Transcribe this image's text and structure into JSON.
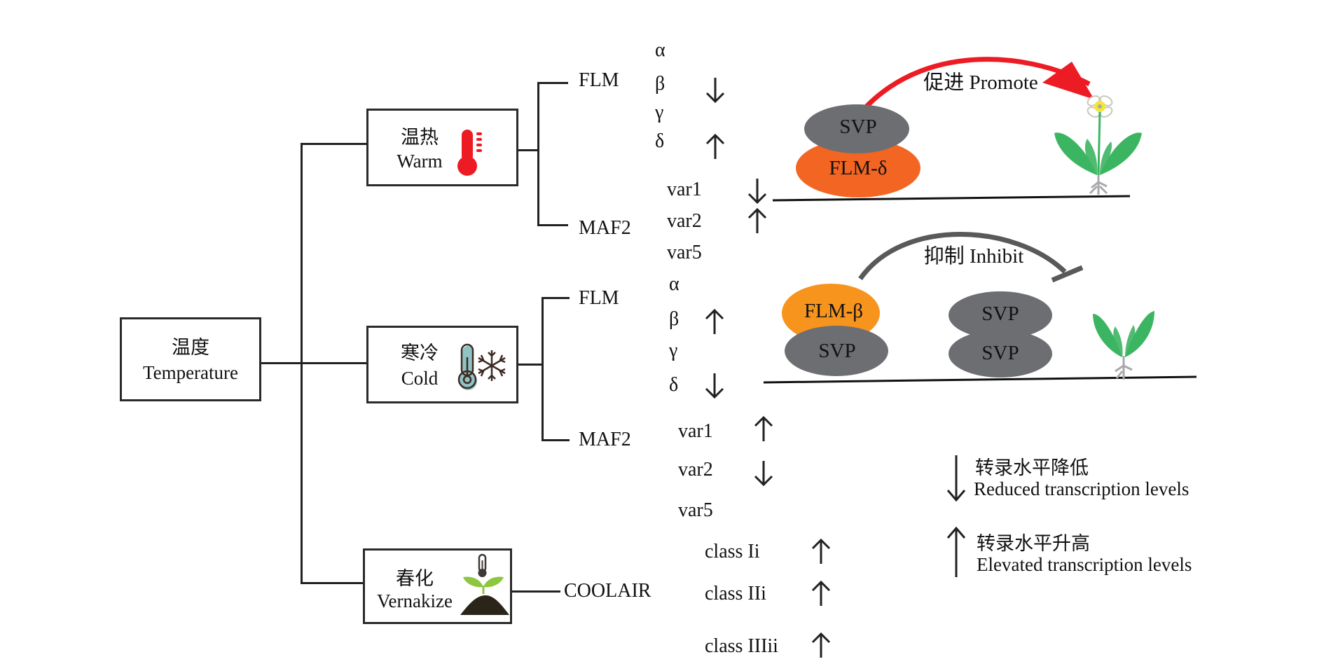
{
  "root": {
    "zh": "温度",
    "en": "Temperature"
  },
  "conditions": [
    {
      "id": "warm",
      "zh": "温热",
      "en": "Warm",
      "icon": "thermometer-hot-icon"
    },
    {
      "id": "cold",
      "zh": "寒冷",
      "en": "Cold",
      "icon": "thermometer-snowflake-icon"
    },
    {
      "id": "vernalize",
      "zh": "春化",
      "en": "Vernakize",
      "icon": "seedling-thermometer-icon"
    }
  ],
  "warm": {
    "genes": {
      "flm": "FLM",
      "maf2": "MAF2"
    },
    "flm_isoforms": [
      {
        "label": "α",
        "change": ""
      },
      {
        "label": "β",
        "change": "down"
      },
      {
        "label": "γ",
        "change": ""
      },
      {
        "label": "δ",
        "change": "up"
      }
    ],
    "maf2_variants": [
      {
        "label": "var1",
        "change": "down"
      },
      {
        "label": "var2",
        "change": "up"
      },
      {
        "label": "var5",
        "change": ""
      }
    ]
  },
  "cold": {
    "genes": {
      "flm": "FLM",
      "maf2": "MAF2"
    },
    "flm_isoforms": [
      {
        "label": "α",
        "change": ""
      },
      {
        "label": "β",
        "change": "up"
      },
      {
        "label": "γ",
        "change": ""
      },
      {
        "label": "δ",
        "change": "down"
      }
    ],
    "maf2_variants": [
      {
        "label": "var1",
        "change": "up"
      },
      {
        "label": "var2",
        "change": "down"
      },
      {
        "label": "var5",
        "change": ""
      }
    ]
  },
  "vernalize": {
    "gene": "COOLAIR",
    "classes": [
      {
        "label": "class Ii",
        "change": "up"
      },
      {
        "label": "class IIi",
        "change": "up"
      },
      {
        "label": "class IIIii",
        "change": "up"
      }
    ]
  },
  "model_warm": {
    "top_protein": "SVP",
    "bottom_protein": "FLM-δ",
    "action": "促进 Promote",
    "colors": {
      "svp": "#6d6e71",
      "flm_delta": "#f26522",
      "promote_arrow": "#ed1c24",
      "leaf": "#3cb563"
    }
  },
  "model_cold": {
    "complex1_top": "FLM-β",
    "complex1_bottom": "SVP",
    "complex2_top": "SVP",
    "complex2_bottom": "SVP",
    "action": "抑制 Inhibit",
    "colors": {
      "svp": "#6d6e71",
      "flm_beta": "#f7941d",
      "inhibit_arrow": "#58595b"
    }
  },
  "legend": {
    "down_zh": "转录水平降低",
    "down_en": "Reduced transcription levels",
    "up_zh": "转录水平升高",
    "up_en": "Elevated transcription levels"
  }
}
